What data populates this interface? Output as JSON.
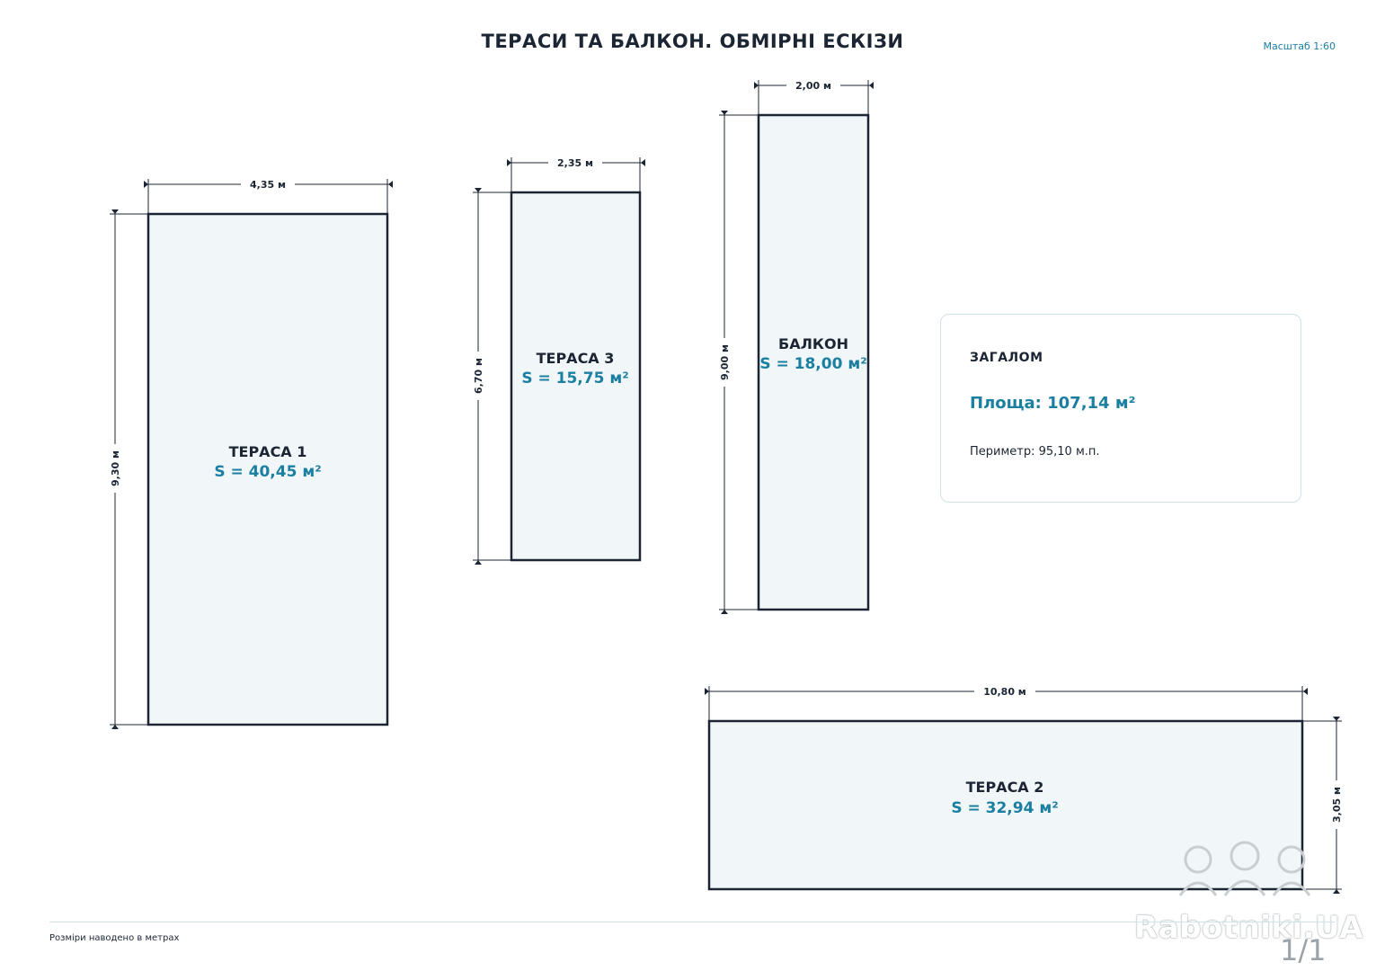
{
  "title": "ТЕРАСИ ТА БАЛКОН. ОБМІРНІ ЕСКІЗИ",
  "scale": "Масштаб 1:60",
  "rooms": [
    {
      "name": "ТЕРАСА 1",
      "area": "S = 40,45 м²",
      "width": "4,35 м",
      "height": "9,30 м"
    },
    {
      "name": "ТЕРАСА 3",
      "area": "S = 15,75 м²",
      "width": "2,35 м",
      "height": "6,70 м"
    },
    {
      "name": "БАЛКОН",
      "area": "S = 18,00 м²",
      "width": "2,00 м",
      "height": "9,00 м"
    },
    {
      "name": "ТЕРАСА 2",
      "area": "S = 32,94 м²",
      "width": "10,80 м",
      "height": "3,05 м"
    }
  ],
  "summary": {
    "heading": "ЗАГАЛОМ",
    "area": "Площа: 107,14 м²",
    "perimeter": "Периметр: 95,10 м.п."
  },
  "footnote": "Розміри наводено в метрах",
  "page": "1/1",
  "watermark": "Rabotniki.UA",
  "colors": {
    "accent": "#1a7fa0",
    "ink": "#1b2533",
    "fill": "#f1f6f8"
  }
}
